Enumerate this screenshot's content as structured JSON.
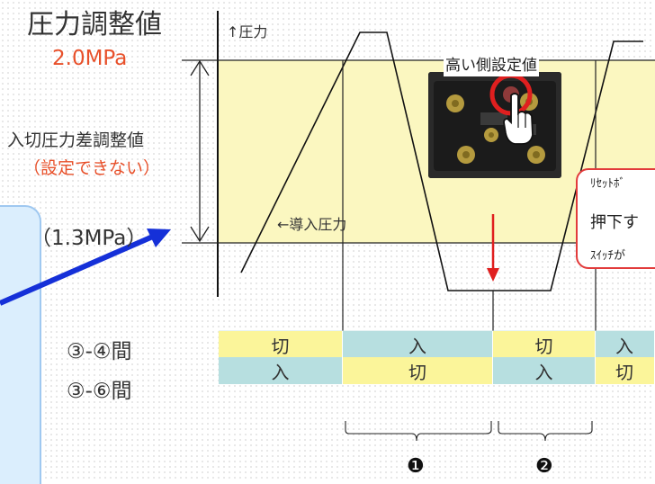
{
  "title": "圧力調整値",
  "setting_value": "2.0MPa",
  "differential_label": "入切圧力差調整値",
  "not_adjustable": "（設定できない）",
  "lower_value": "（1.3MPa）",
  "pressure_axis_label": "↑圧力",
  "intro_pressure_label": "←導入圧力",
  "high_side_label": "高い側設定値",
  "popup": {
    "line1": "ﾘｾｯﾄﾎﾞ",
    "line2": "押下す",
    "line3": "ｽｲｯﾁが"
  },
  "rows": [
    {
      "label": "③-④間",
      "cells": [
        "切",
        "入",
        "切",
        "入"
      ]
    },
    {
      "label": "③-⑥間",
      "cells": [
        "入",
        "切",
        "入",
        "切"
      ]
    }
  ],
  "markers": [
    "❶",
    "❷"
  ],
  "colors": {
    "on_color": "#b7dfe0",
    "off_color": "#fbf59a",
    "band_color": "#fbf7c0",
    "accent_red": "#e8502a",
    "arrow_blue": "#1530d8",
    "arrow_red": "#e01f1f"
  },
  "icons": [
    "hand-pointer-icon",
    "red-circle-highlight",
    "pressure-switch-photo"
  ]
}
